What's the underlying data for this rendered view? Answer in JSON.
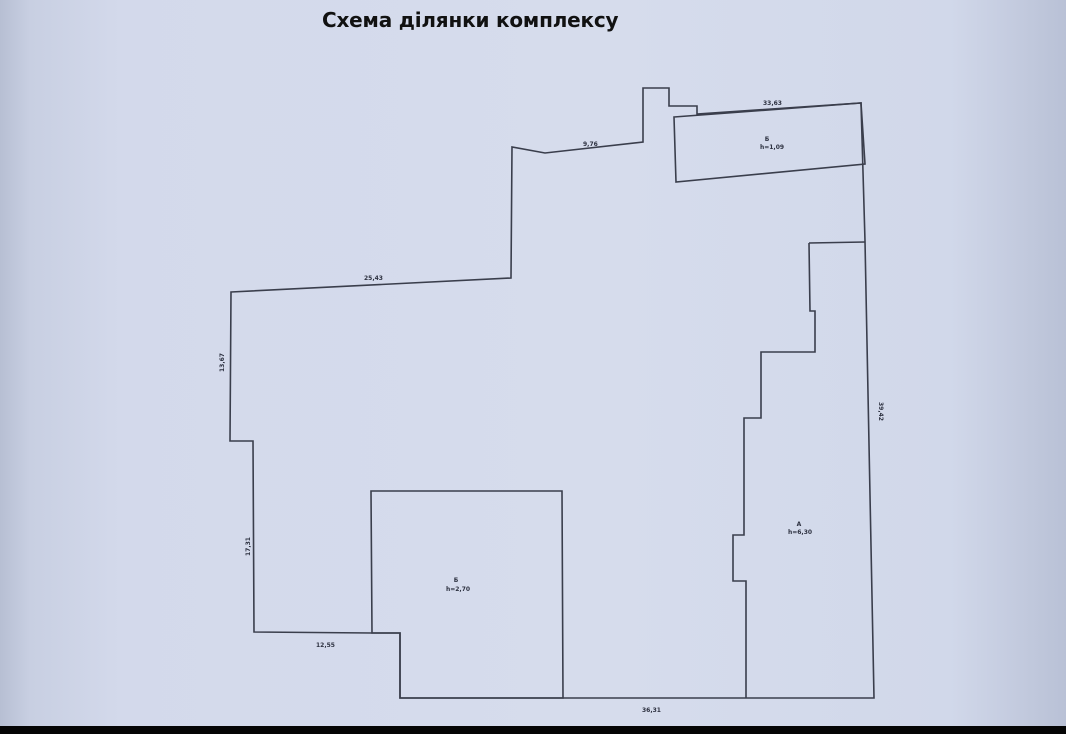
{
  "title": "Схема ділянки комплексу",
  "dimensions": {
    "top_right": "33,63",
    "top_mid": "9,76",
    "upper_left_top": "25,43",
    "left_upper": "13,67",
    "left_lower": "17,31",
    "bottom_left": "12,55",
    "right_side": "39,42",
    "bottom": "36,31"
  },
  "buildings": [
    {
      "id": "building-b-top",
      "letter": "Б",
      "height": "h=1,09"
    },
    {
      "id": "building-b-bottom",
      "letter": "Б",
      "height": "h=2,70"
    },
    {
      "id": "building-a-right",
      "letter": "А",
      "height": "h=6,30"
    }
  ],
  "colors": {
    "paper": "#d6dcec",
    "line": "#3a3e4c",
    "text": "#111111"
  }
}
